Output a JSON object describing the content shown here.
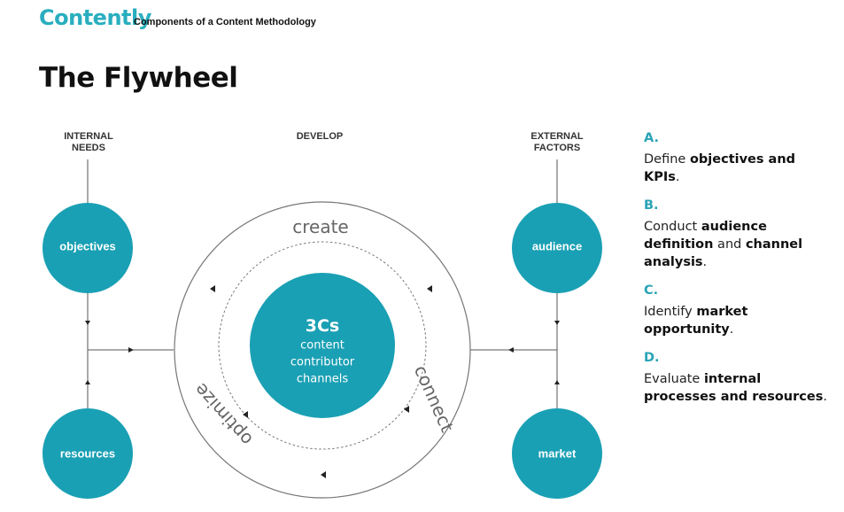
{
  "header": {
    "brand": "Contently",
    "subtitle": "Components of a Content Methodology"
  },
  "page_title": "The Flywheel",
  "columns": {
    "internal": "INTERNAL\nNEEDS",
    "develop": "DEVELOP",
    "external": "EXTERNAL\nFACTORS"
  },
  "nodes": {
    "objectives": "objectives",
    "resources": "resources",
    "audience": "audience",
    "market": "market"
  },
  "center": {
    "title": "3Cs",
    "lines": [
      "content",
      "contributor",
      "channels"
    ]
  },
  "ring_words": {
    "top": "create",
    "right": "connect",
    "left": "optimize"
  },
  "steps": [
    {
      "letter": "A.",
      "parts": [
        [
          "Define ",
          false
        ],
        [
          "objectives and KPIs",
          true
        ],
        [
          ".",
          false
        ]
      ]
    },
    {
      "letter": "B.",
      "parts": [
        [
          "Conduct ",
          false
        ],
        [
          "audience definition",
          true
        ],
        [
          " and ",
          false
        ],
        [
          "channel analysis",
          true
        ],
        [
          ".",
          false
        ]
      ]
    },
    {
      "letter": "C.",
      "parts": [
        [
          "Identify ",
          false
        ],
        [
          "market opportunity",
          true
        ],
        [
          ".",
          false
        ]
      ]
    },
    {
      "letter": "D.",
      "parts": [
        [
          "Evaluate ",
          false
        ],
        [
          "internal processes and resources",
          true
        ],
        [
          ".",
          false
        ]
      ]
    }
  ],
  "colors": {
    "teal": "#1aa0b4",
    "brand": "#29aebf",
    "accent_letter": "#29a3b5",
    "line": "#555555"
  }
}
